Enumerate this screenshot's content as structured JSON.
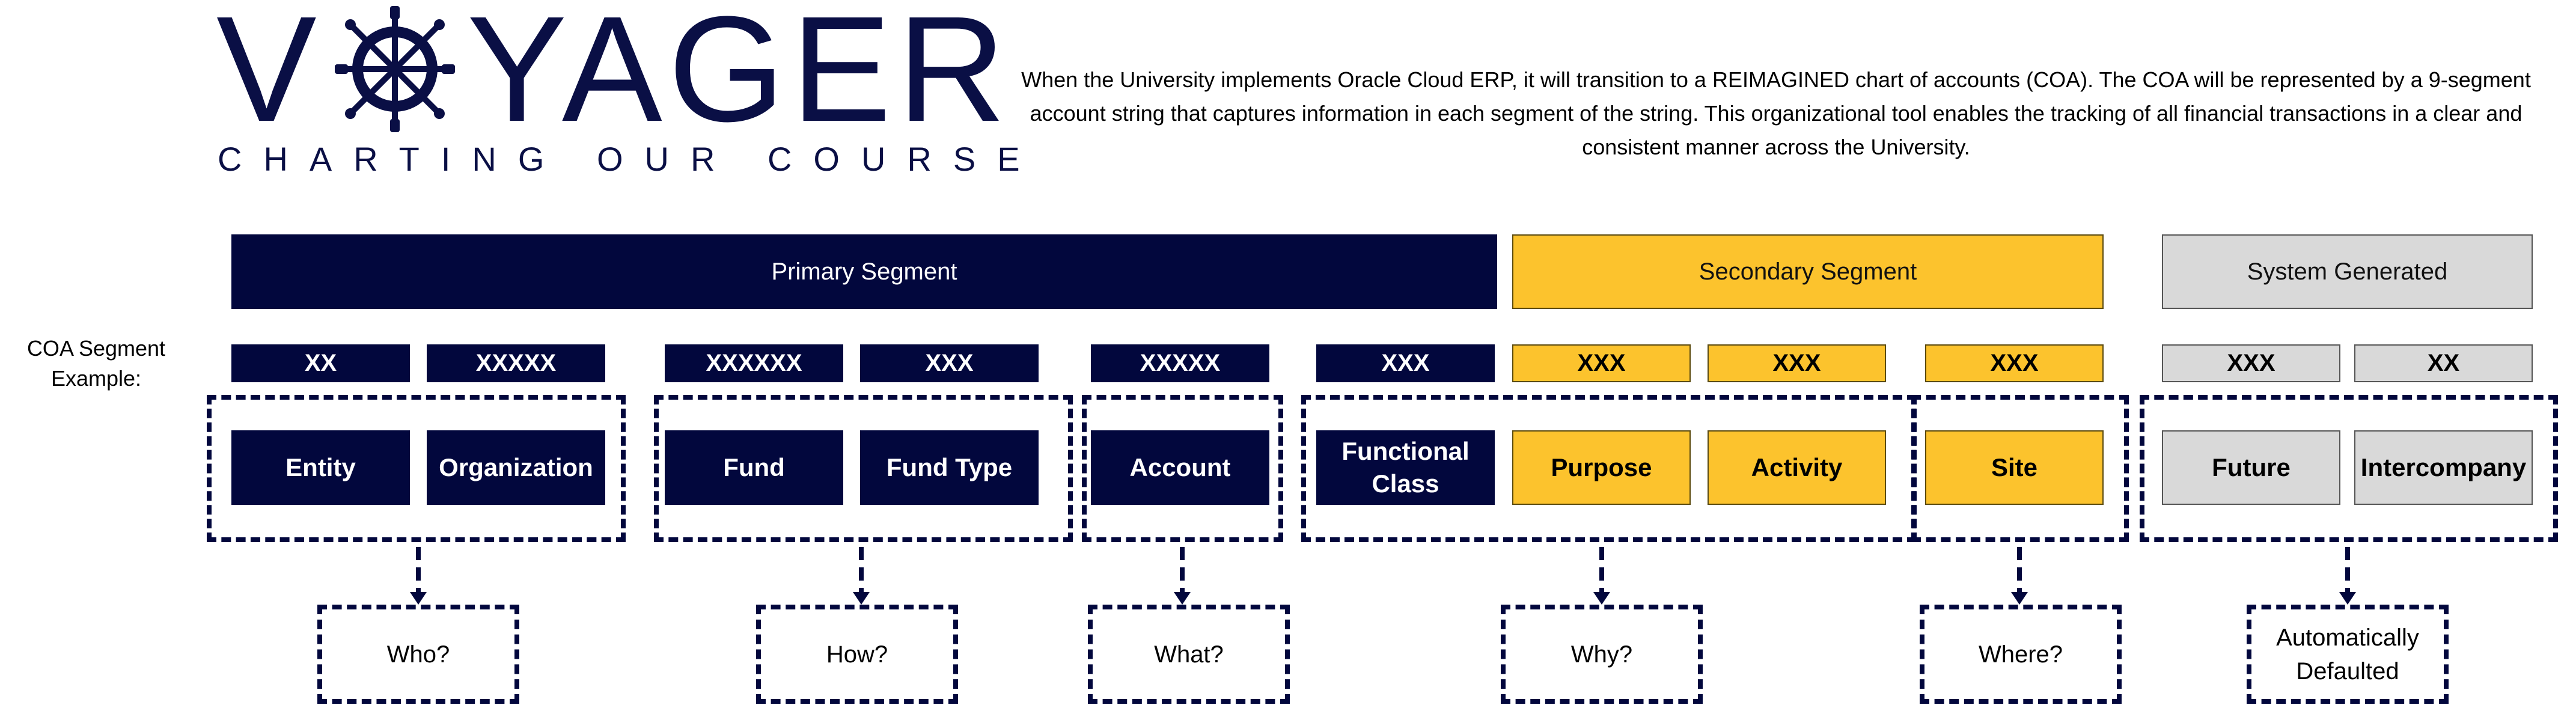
{
  "logo": {
    "title_left": "V",
    "title_right": "YAGER",
    "tagline": "CHARTING OUR COURSE",
    "wheel_icon": "ship-wheel-icon"
  },
  "intro": "When the University implements Oracle Cloud ERP, it will transition to a REIMAGINED chart of accounts (COA). The COA will be represented by a 9-segment account string that captures information in each segment of the string. This organizational tool enables the tracking of all financial transactions in a clear and consistent manner across the University.",
  "headers": {
    "primary": "Primary Segment",
    "secondary": "Secondary Segment",
    "system": "System Generated"
  },
  "coa_label": "COA Segment Example:",
  "codes": [
    "XX",
    "XXXXX",
    "XXXXXX",
    "XXX",
    "XXXXX",
    "XXX",
    "XXX",
    "XXX",
    "XXX",
    "XXX",
    "XX"
  ],
  "segments": [
    "Entity",
    "Organization",
    "Fund",
    "Fund Type",
    "Account",
    "Functional Class",
    "Purpose",
    "Activity",
    "Site",
    "Future",
    "Intercompany"
  ],
  "questions": [
    "Who?",
    "How?",
    "What?",
    "Why?",
    "Where?",
    "Automatically Defaulted"
  ],
  "colors": {
    "navy": "#02073d",
    "gold": "#fcc32d",
    "grey": "#d9d9d9"
  }
}
